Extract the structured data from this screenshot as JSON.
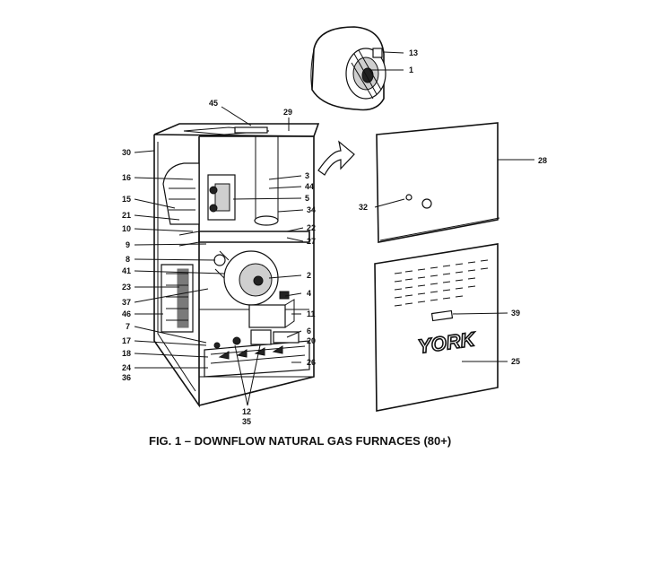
{
  "caption": "FIG. 1 – DOWNFLOW NATURAL GAS FURNACES (80+)",
  "brand": "YORK",
  "callouts": [
    {
      "text": "13"
    },
    {
      "text": "1"
    },
    {
      "text": "45"
    },
    {
      "text": "29"
    },
    {
      "text": "28"
    },
    {
      "text": "30"
    },
    {
      "text": "16"
    },
    {
      "text": "3"
    },
    {
      "text": "44"
    },
    {
      "text": "5"
    },
    {
      "text": "15"
    },
    {
      "text": "32"
    },
    {
      "text": "21"
    },
    {
      "text": "34"
    },
    {
      "text": "10"
    },
    {
      "text": "22"
    },
    {
      "text": "9"
    },
    {
      "text": "27"
    },
    {
      "text": "8"
    },
    {
      "text": "41"
    },
    {
      "text": "2"
    },
    {
      "text": "23"
    },
    {
      "text": "4"
    },
    {
      "text": "37"
    },
    {
      "text": "46"
    },
    {
      "text": "11"
    },
    {
      "text": "39"
    },
    {
      "text": "7"
    },
    {
      "text": "6"
    },
    {
      "text": "20"
    },
    {
      "text": "17"
    },
    {
      "text": "18"
    },
    {
      "text": "26"
    },
    {
      "text": "24"
    },
    {
      "text": "36"
    },
    {
      "text": "25"
    },
    {
      "text": "12"
    },
    {
      "text": "35"
    }
  ]
}
